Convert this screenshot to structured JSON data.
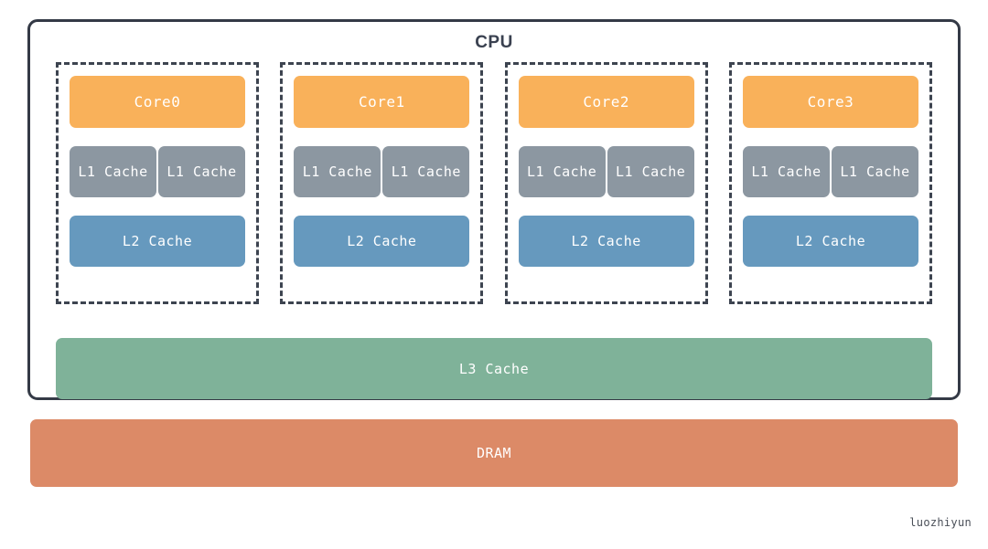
{
  "diagram": {
    "title": "CPU",
    "memory_label": "DRAM",
    "shared_cache_label": "L3 Cache",
    "watermark": "luozhiyun",
    "colors": {
      "core": "#f9b15a",
      "l1": "#8c97a1",
      "l2": "#6699be",
      "l3": "#7fb299",
      "dram": "#dc8a67",
      "outline": "#343a46",
      "group_outline": "#3d4450",
      "title_text": "#3a4150",
      "box_text": "#ffffff",
      "background": "#ffffff"
    },
    "core_groups": [
      {
        "core_label": "Core0",
        "l1_labels": [
          "L1 Cache",
          "L1 Cache"
        ],
        "l2_label": "L2 Cache"
      },
      {
        "core_label": "Core1",
        "l1_labels": [
          "L1 Cache",
          "L1 Cache"
        ],
        "l2_label": "L2 Cache"
      },
      {
        "core_label": "Core2",
        "l1_labels": [
          "L1 Cache",
          "L1 Cache"
        ],
        "l2_label": "L2 Cache"
      },
      {
        "core_label": "Core3",
        "l1_labels": [
          "L1 Cache",
          "L1 Cache"
        ],
        "l2_label": "L2 Cache"
      }
    ]
  }
}
